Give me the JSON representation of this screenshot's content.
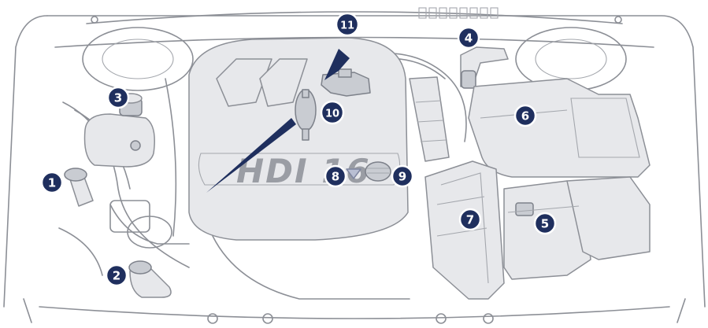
{
  "engine_cover": {
    "badge_text": "HDI 16"
  },
  "markers": [
    {
      "number": "1"
    },
    {
      "number": "2"
    },
    {
      "number": "3"
    },
    {
      "number": "4"
    },
    {
      "number": "5"
    },
    {
      "number": "6"
    },
    {
      "number": "7"
    },
    {
      "number": "8"
    },
    {
      "number": "9"
    },
    {
      "number": "10"
    },
    {
      "number": "11"
    }
  ],
  "colors": {
    "marker_fill": "#1f2f5e",
    "line": "#8c8f96",
    "component_fill": "#e7e8eb",
    "pointer": "#1f2f5e"
  }
}
